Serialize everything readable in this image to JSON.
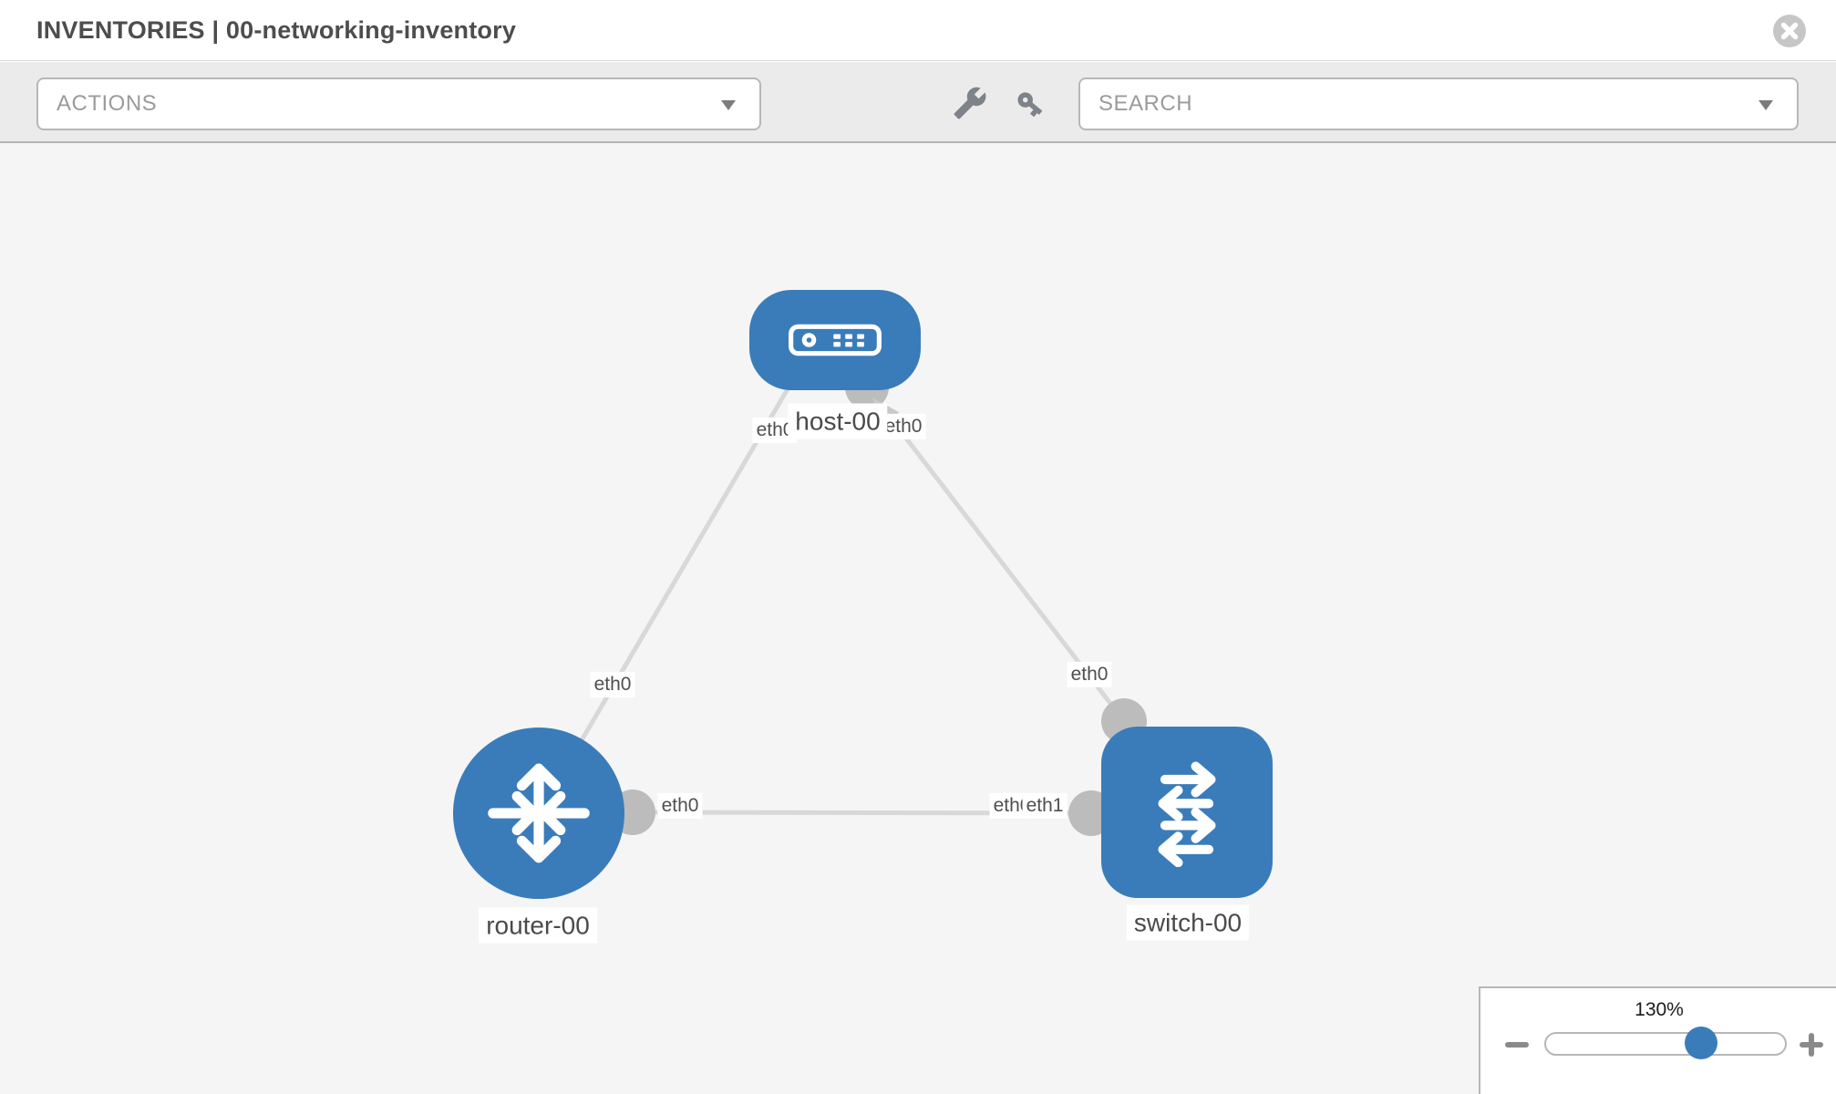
{
  "header": {
    "title": "INVENTORIES | 00-networking-inventory",
    "close_icon": "close-circle-icon"
  },
  "toolbar": {
    "actions_label": "ACTIONS",
    "search_label": "SEARCH",
    "tool_icons": [
      "wrench-icon",
      "key-icon"
    ]
  },
  "topology": {
    "nodes": [
      {
        "id": "host-00",
        "type": "host",
        "label": "host-00"
      },
      {
        "id": "router-00",
        "type": "router",
        "label": "router-00"
      },
      {
        "id": "switch-00",
        "type": "switch",
        "label": "switch-00"
      }
    ],
    "links": [
      {
        "source": "host-00",
        "source_interface": "eth0",
        "target": "router-00",
        "target_interface": "eth0"
      },
      {
        "source": "host-00",
        "source_interface": "eth0",
        "target": "switch-00",
        "target_interface": "eth0"
      },
      {
        "source": "router-00",
        "source_interface": "eth0",
        "target": "switch-00",
        "target_interface": "eth1"
      }
    ],
    "interface_labels": [
      {
        "text": "eth0",
        "node": "host-00",
        "position": "left-of-host"
      },
      {
        "text": "eth0",
        "node": "host-00",
        "position": "right-of-host"
      },
      {
        "text": "eth0",
        "node": "router-00",
        "position": "above-router"
      },
      {
        "text": "eth0",
        "node": "router-00",
        "position": "right-of-router"
      },
      {
        "text": "eth0",
        "node": "switch-00",
        "position": "above-switch"
      },
      {
        "text": "eth0",
        "node": "switch-00",
        "position": "left-of-switch-under"
      },
      {
        "text": "eth1",
        "node": "switch-00",
        "position": "left-of-switch"
      }
    ]
  },
  "zoom_control": {
    "level": "130%",
    "percent_along_track": 65
  },
  "colors": {
    "node_blue": "#3a7cba",
    "link_gray": "#d8d8d8",
    "connector_gray": "#bcbcbc",
    "toolbar_bg": "#ebebeb",
    "border_gray": "#b7b7b7",
    "canvas_bg": "#f5f5f5",
    "label_text": "#4a4a4a",
    "icon_gray": "#7d8389"
  }
}
